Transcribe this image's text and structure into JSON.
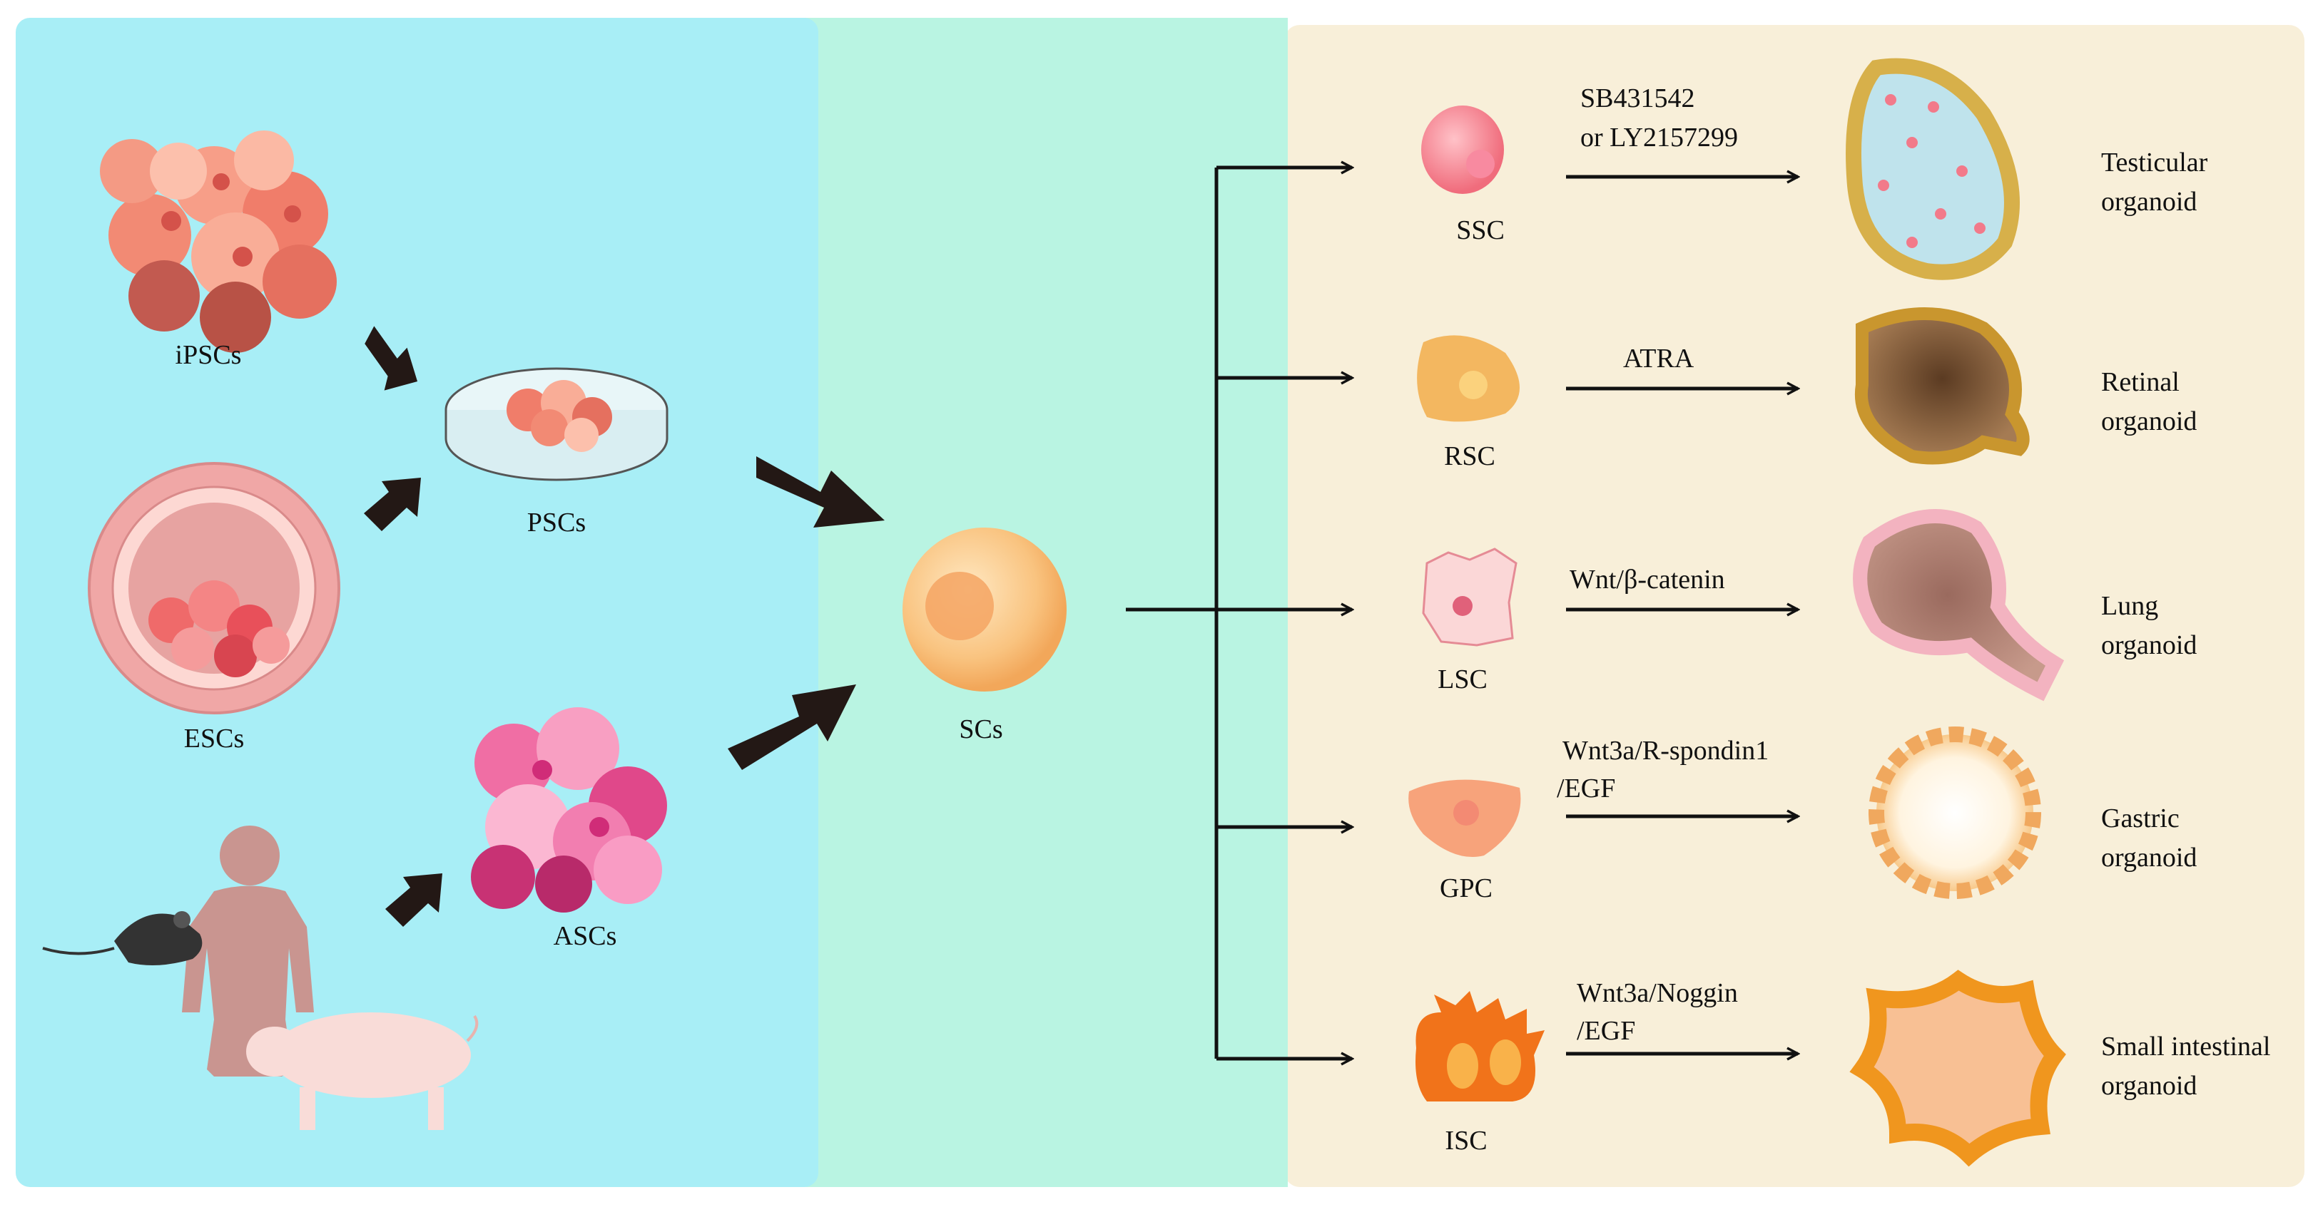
{
  "colors": {
    "panel_left": "#a8eef6",
    "panel_middle": "#b9f4e2",
    "panel_right": "#f8efd9",
    "arrow": "#231815"
  },
  "sources": {
    "ipsc": "iPSCs",
    "esc": "ESCs",
    "psc": "PSCs",
    "asc": "ASCs",
    "sc": "SCs"
  },
  "rows": [
    {
      "cell": "SSC",
      "factor_lines": [
        "SB431542",
        "or LY2157299"
      ],
      "organoid_lines": [
        "Testicular",
        "organoid"
      ]
    },
    {
      "cell": "RSC",
      "factor_lines": [
        "ATRA"
      ],
      "organoid_lines": [
        "Retinal",
        "organoid"
      ]
    },
    {
      "cell": "LSC",
      "factor_lines": [
        "Wnt/β-catenin"
      ],
      "organoid_lines": [
        "Lung",
        "organoid"
      ]
    },
    {
      "cell": "GPC",
      "factor_lines": [
        "Wnt3a/R-spondin1",
        "/EGF"
      ],
      "organoid_lines": [
        "Gastric",
        "organoid"
      ]
    },
    {
      "cell": "ISC",
      "factor_lines": [
        "Wnt3a/Noggin",
        "/EGF"
      ],
      "organoid_lines": [
        "Small intestinal",
        "organoid"
      ]
    }
  ]
}
